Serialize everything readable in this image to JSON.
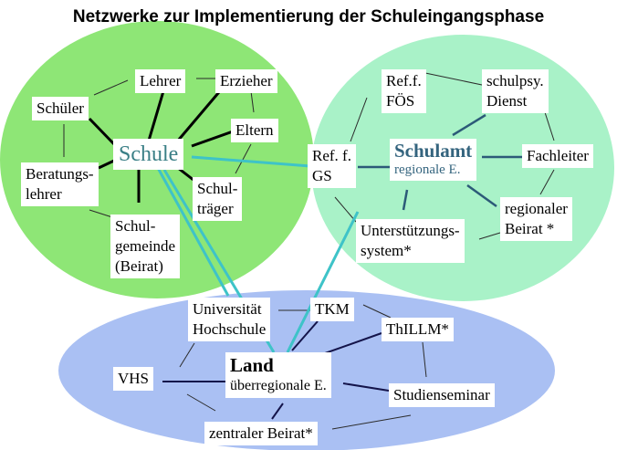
{
  "title": "Netzwerke zur Implementierung der Schuleingangsphase",
  "colors": {
    "green_ellipse": "#8ee676",
    "mint_ellipse": "#a9f2c8",
    "blue_ellipse": "#aac0f3",
    "teal_line": "#3ec3c8",
    "dark_line": "#14144a",
    "thin_line": "#2b2b2b",
    "schule_text": "#3a7f86",
    "schulamt_text": "#34647e"
  },
  "nodes": {
    "lehrer": "Lehrer",
    "erzieher": "Erzieher",
    "schueler": "Schüler",
    "eltern": "Eltern",
    "schule": "Schule",
    "beratung_1": "Beratungs-",
    "beratung_2": "lehrer",
    "schultraeger_1": "Schul-",
    "schultraeger_2": "träger",
    "schulgemeinde_1": "Schul-",
    "schulgemeinde_2": "gemeinde",
    "schulgemeinde_3": "(Beirat)",
    "reff_foes_1": "Ref.f.",
    "reff_foes_2": "FÖS",
    "schulpsy_1": "schulpsy.",
    "schulpsy_2": "Dienst",
    "ref_gs_1": "Ref. f.",
    "ref_gs_2": "GS",
    "schulamt_1": "Schulamt",
    "schulamt_2": "regionale E.",
    "fachleiter": "Fachleiter",
    "regionaler_beirat_1": "regionaler",
    "regionaler_beirat_2": "Beirat *",
    "unterstuetzung_1": "Unterstützungs-",
    "unterstuetzung_2": "system*",
    "universitaet_1": "Universität",
    "universitaet_2": "Hochschule",
    "tkm": "TKM",
    "thillm": "ThILLM*",
    "vhs": "VHS",
    "land_1": "Land",
    "land_2": "überregionale E.",
    "studienseminar": "Studienseminar",
    "zentraler_beirat": "zentraler Beirat*"
  }
}
